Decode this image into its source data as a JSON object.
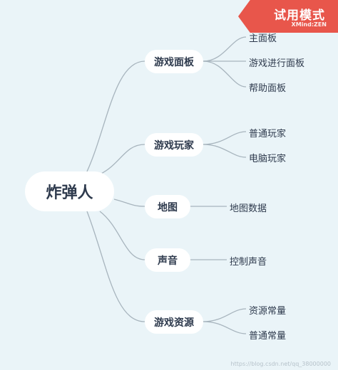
{
  "mindmap": {
    "root": "炸弹人",
    "branches": [
      {
        "label": "游戏面板",
        "children": [
          "主面板",
          "游戏进行面板",
          "帮助面板"
        ]
      },
      {
        "label": "游戏玩家",
        "children": [
          "普通玩家",
          "电脑玩家"
        ]
      },
      {
        "label": "地图",
        "children": [
          "地图数据"
        ]
      },
      {
        "label": "声音",
        "children": [
          "控制声音"
        ]
      },
      {
        "label": "游戏资源",
        "children": [
          "资源常量",
          "普通常量"
        ]
      }
    ],
    "colors": {
      "background": "#eaf4f8",
      "node": "#ffffff",
      "line": "#a7b4bd",
      "text": "#2e3a4d"
    }
  },
  "badge": {
    "title": "试用模式",
    "brand": "XMind:ZEN",
    "color": "#e8564b"
  },
  "watermark": "https://blog.csdn.net/qq_38000000"
}
